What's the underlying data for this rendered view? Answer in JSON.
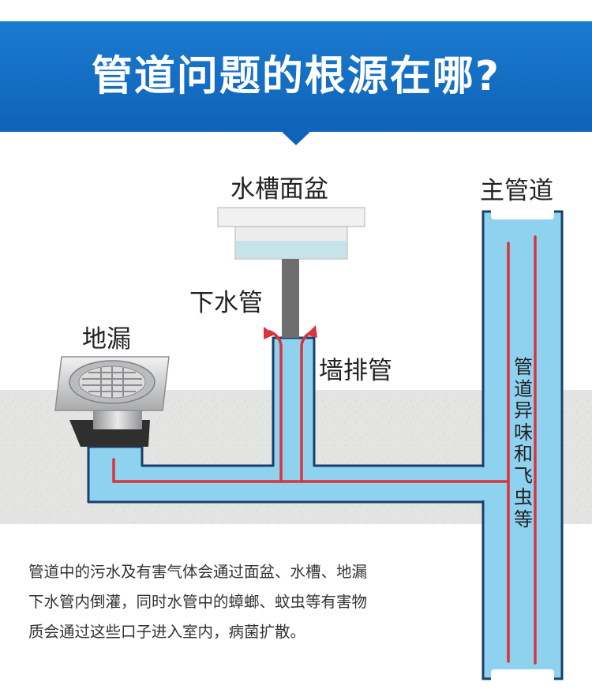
{
  "header": {
    "title": "管道问题的根源在哪?",
    "background_color": "#1b7bd0"
  },
  "labels": {
    "sink": "水槽面盆",
    "main_pipe": "主管道",
    "drain_pipe": "下水管",
    "floor_drain": "地漏",
    "wall_pipe": "墙排管",
    "odor_note": "管道异味和飞虫等"
  },
  "description": {
    "lines": [
      "管道中的污水及有害气体会通过面盆、水槽、地漏",
      "下水管内倒灌，同时水管中的蟑螂、蚊虫等有害物",
      "质会通过这些口子进入室内，病菌扩散。"
    ]
  },
  "colors": {
    "pipe_fill": "#8fd2f0",
    "pipe_outline": "#1a3f6a",
    "flow_arrow": "#d8343a",
    "wall": "#e4e4e2"
  }
}
